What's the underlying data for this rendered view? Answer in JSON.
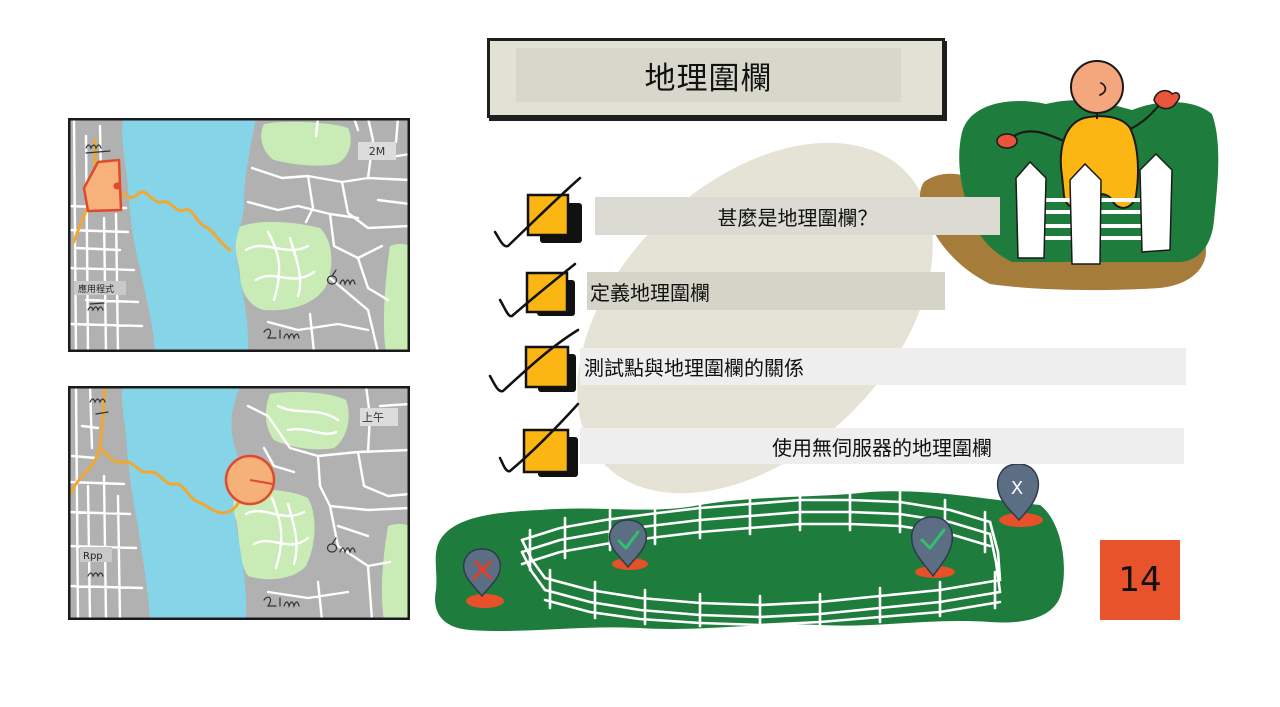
{
  "title": "地理圍欄",
  "colors": {
    "checkbox_orange": "#fbb614",
    "grass_green": "#1e7d3c",
    "badge_red": "#e8532b",
    "water_blue": "#86d4e8",
    "map_grey": "#b1b1b1",
    "park_green": "#c9ecb6",
    "geofence_red": "#e04a2c",
    "route_orange": "#f0a832",
    "pin_slate": "#5b6e84",
    "ground_brown": "#a67c3b",
    "check_green": "#2ec26a",
    "ellipse_beige": "#e4e3d6"
  },
  "maps": [
    {
      "corner_label": "2M",
      "side_label": "應用程式",
      "geofence_icon": "polygon-geofence-icon",
      "route_icon": "route-line-icon"
    },
    {
      "corner_label": "上午",
      "side_label": "Rpp",
      "geofence_icon": "circle-geofence-icon",
      "route_icon": "route-line-icon"
    }
  ],
  "checklist": [
    {
      "label": "甚麼是地理圍欄？",
      "icon": "checked-checkbox-icon",
      "checked": true
    },
    {
      "label": "定義地理圍欄",
      "icon": "checked-checkbox-icon",
      "checked": true
    },
    {
      "label": "測試點與地理圍欄的關係",
      "icon": "checked-checkbox-icon",
      "checked": true
    },
    {
      "label": "使用無伺服器的地理圍欄",
      "icon": "checked-checkbox-icon",
      "checked": true
    }
  ],
  "illustrations": {
    "hero_icon": "person-sitting-on-fence-icon",
    "fence_icon": "fenced-area-icon"
  },
  "fence_markers": [
    {
      "icon": "location-pin-cross-icon"
    },
    {
      "icon": "location-pin-check-icon"
    },
    {
      "icon": "location-pin-check-icon"
    },
    {
      "icon": "location-pin-icon",
      "label": "X"
    }
  ],
  "badge": {
    "number": "14"
  }
}
